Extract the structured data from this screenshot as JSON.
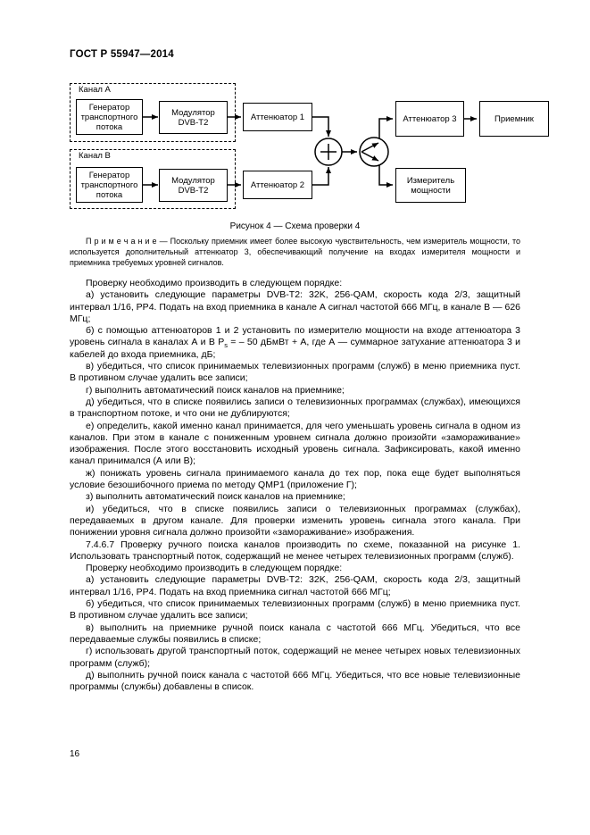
{
  "document": {
    "header": "ГОСТ Р 55947—2014",
    "page_number": "16"
  },
  "figure": {
    "caption": "Рисунок 4 — Схема проверки 4",
    "channel_a": "Канал А",
    "channel_b": "Канал В",
    "blocks": {
      "generator": "Генератор транспортного потока",
      "modulator": "Модулятор DVB-T2",
      "attenuator1": "Аттенюатор 1",
      "attenuator2": "Аттенюатор 2",
      "attenuator3": "Аттенюатор 3",
      "receiver": "Приемник",
      "power_meter": "Измеритель мощности"
    }
  },
  "note": {
    "label": "П р и м е ч а н и е",
    "text": "—  Поскольку приемник имеет более высокую чувствительность, чем измеритель мощности, то используется дополнительный аттенюатор 3, обеспечивающий получение на входах измерителя мощности и приемника требуемых уровней сигналов."
  },
  "body": {
    "paragraphs": [
      "Проверку необходимо производить в следующем порядке:",
      "а) установить следующие параметры DVB-T2: 32K, 256-QAM, скорость кода 2/3, защитный интервал 1/16, PP4. Подать на вход приемника в канале А сигнал частотой 666 МГц, в канале В — 626 МГц;",
      {
        "before": "б) с помощью аттенюаторов 1 и 2 установить по измерителю мощности на входе аттенюатора 3 уровень сигнала в каналах А и В P",
        "sub": "s",
        "after": " = – 50 дБмВт + А, где А — суммарное затухание аттенюатора 3 и кабелей до входа приемника, дБ;"
      },
      "в) убедиться, что список принимаемых телевизионных программ (служб) в меню приемника пуст. В противном случае удалить все записи;",
      "г) выполнить автоматический поиск каналов на приемнике;",
      "д) убедиться, что в списке появились записи о телевизионных программах (службах), имеющихся в транспортном потоке, и что они не дублируются;",
      "е) определить, какой именно канал принимается, для чего уменьшать уровень сигнала в одном из каналов. При этом в канале с пониженным уровнем сигнала должно произойти «замораживание» изображения. После этого восстановить исходный уровень сигнала. Зафиксировать, какой именно канал принимался (А или В);",
      "ж) понижать уровень сигнала принимаемого канала до тех пор, пока еще будет выполняться условие безошибочного приема по методу QMP1 (приложение Г);",
      "з) выполнить автоматический поиск каналов на приемнике;",
      "и) убедиться, что в списке появились записи о телевизионных программах (службах), передаваемых в другом канале. Для проверки изменить уровень сигнала этого канала. При понижении уровня сигнала должно произойти «замораживание» изображения.",
      "7.4.6.7 Проверку ручного поиска каналов производить по схеме, показанной на рисунке 1. Использовать транспортный поток, содержащий не менее четырех телевизионных программ (служб).",
      "Проверку необходимо производить в следующем порядке:",
      "а) установить следующие параметры DVB-T2: 32K, 256-QAM, скорость кода 2/3, защитный интервал 1/16, PP4. Подать на вход приемника сигнал частотой 666 МГц;",
      "б) убедиться, что список принимаемых телевизионных программ (служб) в меню приемника пуст. В противном случае удалить все записи;",
      "в) выполнить на приемнике ручной поиск канала с частотой 666 МГц. Убедиться, что все передаваемые службы появились в списке;",
      "г) использовать другой транспортный поток, содержащий не менее четырех новых телевизионных программ (служб);",
      "д) выполнить ручной поиск канала с частотой 666 МГц. Убедиться, что все новые телевизионные программы (службы) добавлены в список."
    ]
  }
}
